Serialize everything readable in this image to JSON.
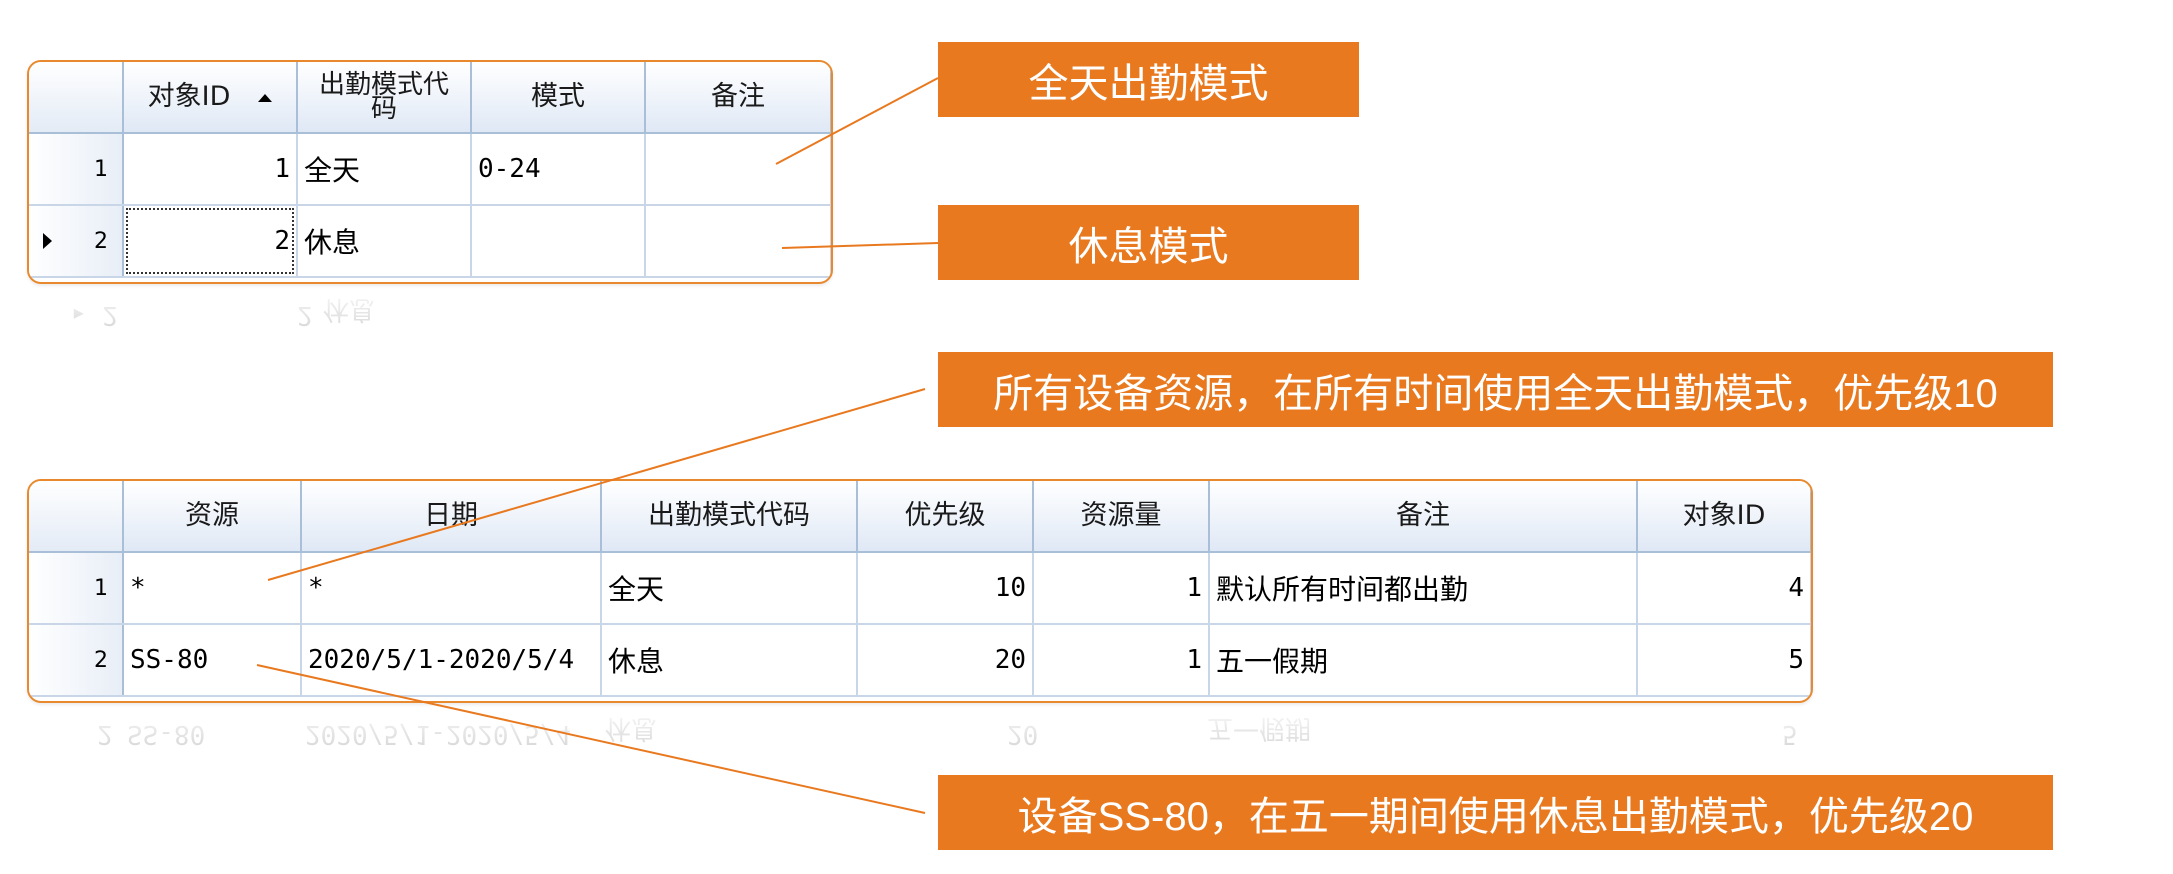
{
  "table1": {
    "headers": [
      "对象ID",
      "出勤模式代码",
      "模式",
      "备注"
    ],
    "rows": [
      {
        "num": "1",
        "obj_id": "1",
        "code": "全天",
        "mode": "0-24",
        "note": ""
      },
      {
        "num": "2",
        "obj_id": "2",
        "code": "休息",
        "mode": "",
        "note": ""
      }
    ],
    "sorted_column": "对象ID",
    "sort_direction": "ascending",
    "current_row": "2"
  },
  "table2": {
    "headers": [
      "资源",
      "日期",
      "出勤模式代码",
      "优先级",
      "资源量",
      "备注",
      "对象ID"
    ],
    "rows": [
      {
        "num": "1",
        "resource": "*",
        "date": "*",
        "code": "全天",
        "priority": "10",
        "qty": "1",
        "note": "默认所有时间都出勤",
        "obj_id": "4"
      },
      {
        "num": "2",
        "resource": "SS-80",
        "date": "2020/5/1-2020/5/4",
        "code": "休息",
        "priority": "20",
        "qty": "1",
        "note": "五一假期",
        "obj_id": "5"
      }
    ]
  },
  "callouts": {
    "c1": "全天出勤模式",
    "c2": "休息模式",
    "c3": "所有设备资源，在所有时间使用全天出勤模式，优先级10",
    "c4": "设备SS-80，在五一期间使用休息出勤模式，优先级20"
  },
  "colors": {
    "accent": "#e8791f",
    "grid_border": "#c8d6e8",
    "header_bg": "#e3ebf6"
  }
}
